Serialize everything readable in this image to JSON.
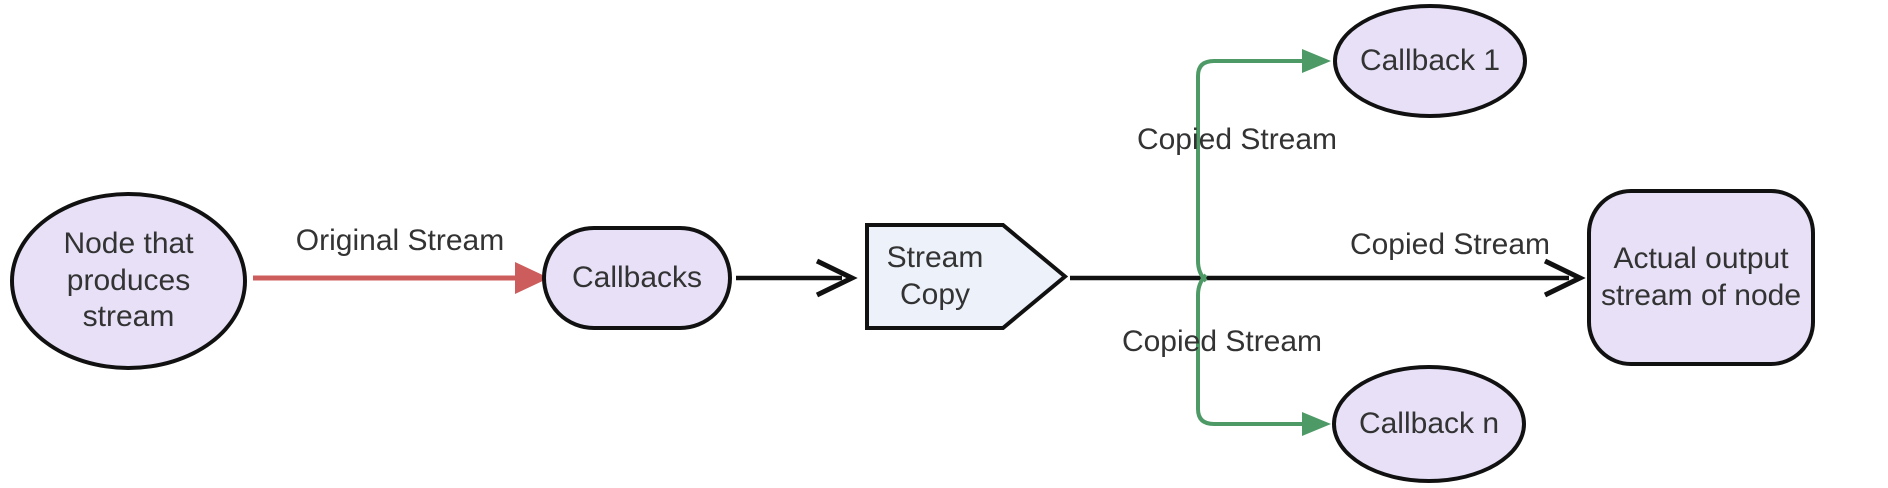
{
  "diagram": {
    "type": "flowchart-LR",
    "background": "#ffffff",
    "colors": {
      "node_fill_lavender": "#e7e0f7",
      "node_fill_blue": "#edf2fa",
      "node_border": "#111111",
      "text": "#333333",
      "arrow_red": "#cd5c5c",
      "arrow_green": "#4e9a66",
      "arrow_black": "#111111"
    },
    "nodes": {
      "producer": {
        "label": "Node that\nproduces\nstream",
        "shape": "ellipse"
      },
      "callbacks": {
        "label": "Callbacks",
        "shape": "stadium"
      },
      "stream_copy": {
        "label": "Stream\nCopy",
        "shape": "point-right-pentagon"
      },
      "callback_1": {
        "label": "Callback 1",
        "shape": "ellipse"
      },
      "callback_n": {
        "label": "Callback n",
        "shape": "ellipse"
      },
      "output": {
        "label": "Actual output\nstream of node",
        "shape": "rounded-rect"
      }
    },
    "edges": {
      "original": {
        "label": "Original Stream",
        "from": "producer",
        "to": "callbacks",
        "color": "#cd5c5c",
        "head": "filled-triangle"
      },
      "to_copy": {
        "label": "",
        "from": "callbacks",
        "to": "stream_copy",
        "color": "#111111",
        "head": "open-chevron"
      },
      "copied_top": {
        "label": "Copied Stream",
        "from": "stream_copy",
        "to": "callback_1",
        "color": "#4e9a66",
        "head": "filled-triangle"
      },
      "copied_main": {
        "label": "Copied Stream",
        "from": "stream_copy",
        "to": "output",
        "color": "#111111",
        "head": "open-chevron"
      },
      "copied_bottom": {
        "label": "Copied Stream",
        "from": "stream_copy",
        "to": "callback_n",
        "color": "#4e9a66",
        "head": "filled-triangle"
      }
    }
  }
}
